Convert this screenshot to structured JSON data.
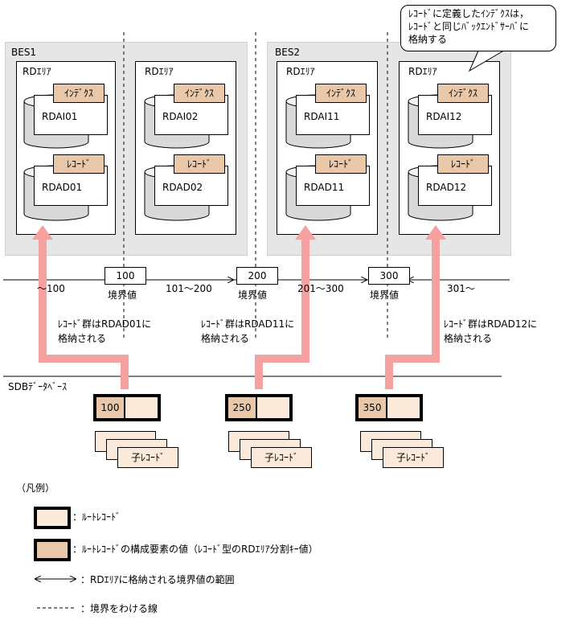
{
  "bes": [
    {
      "name": "BES1"
    },
    {
      "name": "BES2"
    }
  ],
  "rd_area_label": "RDｴﾘｱ",
  "index_tag": "ｲﾝﾃﾞｸｽ",
  "record_tag": "ﾚｺｰﾄﾞ",
  "areas": [
    {
      "index_name": "RDAI01",
      "data_name": "RDAD01"
    },
    {
      "index_name": "RDAI02",
      "data_name": "RDAD02"
    },
    {
      "index_name": "RDAI11",
      "data_name": "RDAD11"
    },
    {
      "index_name": "RDAI12",
      "data_name": "RDAD12"
    }
  ],
  "callout_lines": [
    "ﾚｺｰﾄﾞに定義したｲﾝﾃﾞｸｽは，",
    "ﾚｺｰﾄﾞと同じﾊﾞｯｸｴﾝﾄﾞｻｰﾊﾞに",
    "格納する"
  ],
  "boundaries": {
    "values": [
      "100",
      "200",
      "300"
    ],
    "label": "境界値",
    "ranges": [
      "～100",
      "101～200",
      "201～300",
      "301～"
    ]
  },
  "notes": [
    [
      "ﾚｺｰﾄﾞ群はRDAD01に",
      "格納される"
    ],
    [
      "ﾚｺｰﾄﾞ群はRDAD11に",
      "格納される"
    ],
    [
      "ﾚｺｰﾄﾞ群はRDAD12に",
      "格納される"
    ]
  ],
  "sdb_label": "SDBﾃﾞｰﾀﾍﾞｰｽ",
  "roots": [
    {
      "key": "100",
      "child": "子ﾚｺｰﾄﾞ"
    },
    {
      "key": "250",
      "child": "子ﾚｺｰﾄﾞ"
    },
    {
      "key": "350",
      "child": "子ﾚｺｰﾄﾞ"
    }
  ],
  "legend": {
    "title": "（凡例）",
    "root": "：ﾙｰﾄﾚｺｰﾄﾞ",
    "root_key": "：ﾙｰﾄﾚｺｰﾄﾞの構成要素の値（ﾚｺｰﾄﾞ型のRDｴﾘｱ分割ｷｰ値）",
    "range": "：RDｴﾘｱに格納される境界値の範囲",
    "line": "：境界をわける線"
  },
  "colors": {
    "arrow": "#f6a0a0",
    "key_fill": "#e8c8a8",
    "root_fill": "#fbe9da",
    "bes_bg": "#e6e6e6"
  }
}
